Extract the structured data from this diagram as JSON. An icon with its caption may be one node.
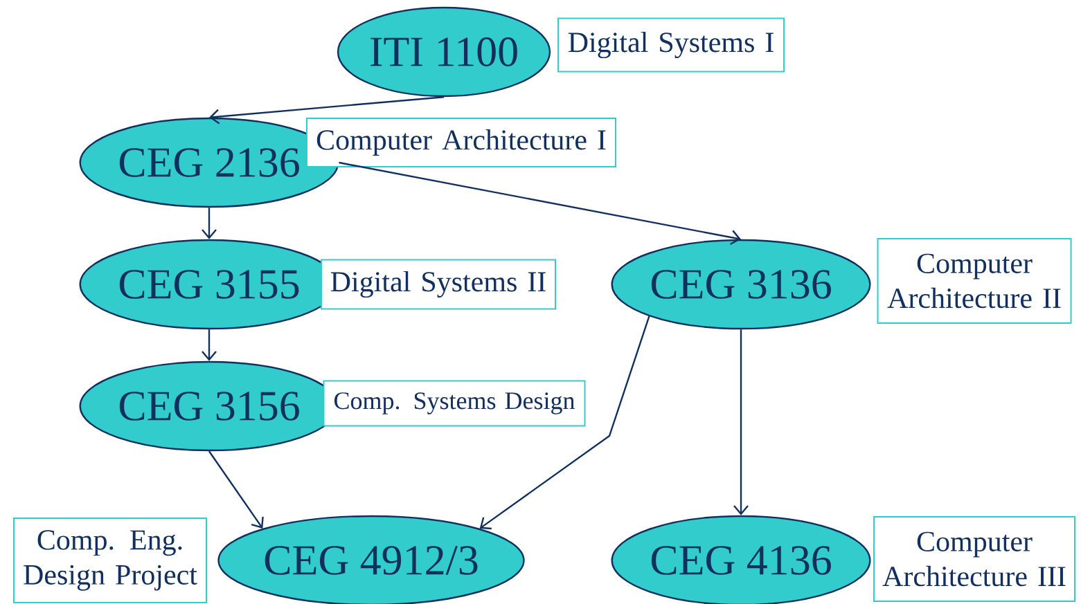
{
  "diagram": {
    "nodes": [
      {
        "text": [
          "ITI 1100"
        ]
      },
      {
        "text": [
          "Digital Systems I"
        ]
      },
      {
        "text": [
          "CEG 2136"
        ]
      },
      {
        "text": [
          "Computer Architecture I"
        ]
      },
      {
        "text": [
          "CEG 3155"
        ]
      },
      {
        "text": [
          "Digital Systems II"
        ]
      },
      {
        "text": [
          "CEG 3136"
        ]
      },
      {
        "text": [
          "Computer Architecture II"
        ]
      },
      {
        "text": [
          "CEG 3156"
        ]
      },
      {
        "text": [
          "Comp. Systems Design"
        ]
      },
      {
        "text": [
          "Comp. Eng. Design Project"
        ]
      },
      {
        "text": [
          "CEG 4912/3"
        ]
      },
      {
        "text": [
          "CEG 4136"
        ]
      },
      {
        "text": [
          "Computer Architecture III"
        ]
      }
    ],
    "edges": [
      {
        "from": 0,
        "to": 2,
        "arrow": "to"
      },
      {
        "from": 2,
        "to": 4,
        "arrow": "to"
      },
      {
        "from": 2,
        "to": 6,
        "arrow": "to"
      },
      {
        "from": 4,
        "to": 8,
        "arrow": "to"
      },
      {
        "from": 8,
        "to": 11,
        "arrow": "to"
      },
      {
        "from": 6,
        "to": 11,
        "arrow": "to"
      },
      {
        "from": 6,
        "to": 12,
        "arrow": "to"
      }
    ]
  }
}
